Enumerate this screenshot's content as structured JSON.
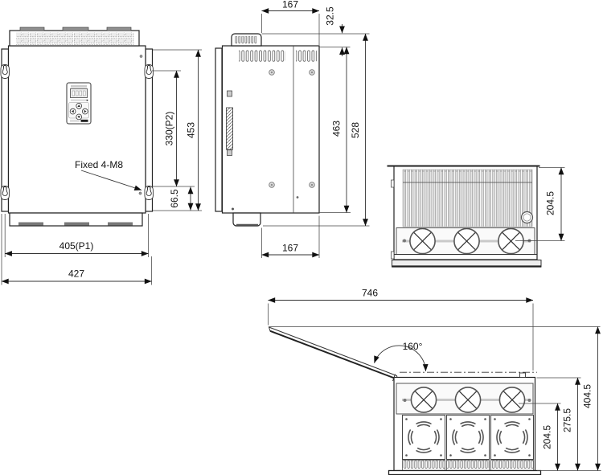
{
  "front": {
    "fixed_label": "Fixed 4-M8",
    "dim_overall_width": "427",
    "dim_mount_width": "405(P1)",
    "dim_overall_height": "453",
    "dim_mount_height": "330(P2)",
    "dim_bottom_offset": "66.5"
  },
  "side": {
    "dim_top_depth": "167",
    "dim_cap_offset": "32.5",
    "dim_body_height": "463",
    "dim_overall_height": "528",
    "dim_bottom_depth": "167"
  },
  "top": {
    "dim_depth_to_fans": "204.5"
  },
  "open": {
    "dim_overall_width": "746",
    "dim_open_angle": "160°",
    "dim_fan_line_height": "204.5",
    "dim_body_height": "275.5",
    "dim_overall_height": "404.5"
  },
  "colors": {
    "outline": "#222222",
    "dimension": "#333333",
    "background": "#ffffff"
  }
}
